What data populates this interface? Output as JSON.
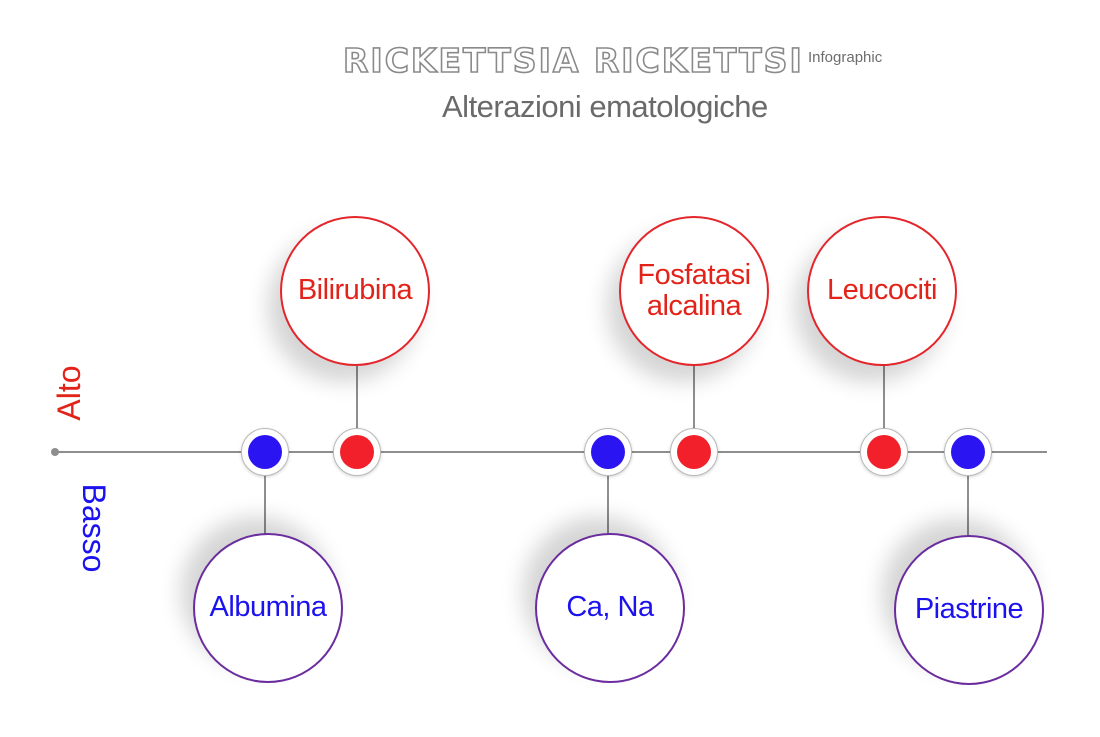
{
  "header": {
    "title": "RICKETTSIA RICKETTSI",
    "tag": "Infographic",
    "subtitle": "Alterazioni ematologiche"
  },
  "axis": {
    "high_label": "Alto",
    "low_label": "Basso"
  },
  "colors": {
    "high": "#f2202a",
    "low": "#2a14f2",
    "high_border": "#e3262b",
    "low_border": "#6a2c9e",
    "line": "#8e8e8e"
  },
  "items": [
    {
      "label": "Albumina",
      "level": "low"
    },
    {
      "label": "Bilirubina",
      "level": "high"
    },
    {
      "label": "Ca, Na",
      "level": "low"
    },
    {
      "label": "Fosfatasi alcalina",
      "level": "high"
    },
    {
      "label": "Leucociti",
      "level": "high"
    },
    {
      "label": "Piastrine",
      "level": "low"
    }
  ]
}
